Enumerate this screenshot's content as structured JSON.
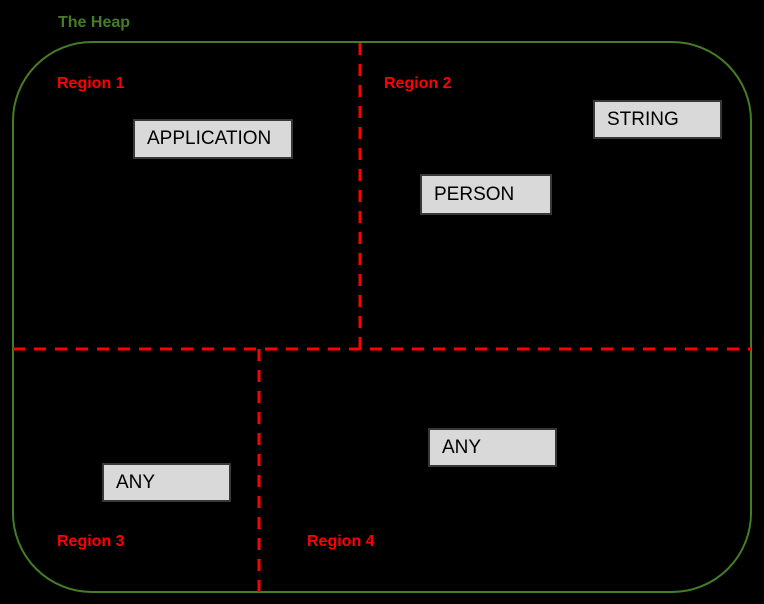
{
  "title": "The Heap",
  "colors": {
    "background": "#000000",
    "heap_boundary_green": "#457d26",
    "region_divider_red": "#ff0000",
    "region_label_red": "#ff0000",
    "box_fill": "#d9d9d9",
    "box_border": "#383838",
    "box_text": "#000000"
  },
  "regions": [
    {
      "label": "Region 1"
    },
    {
      "label": "Region 2"
    },
    {
      "label": "Region 3"
    },
    {
      "label": "Region 4"
    }
  ],
  "boxes": [
    {
      "label": "APPLICATION",
      "region": "Region 1"
    },
    {
      "label": "STRING",
      "region": "Region 2"
    },
    {
      "label": "PERSON",
      "region": "Region 2"
    },
    {
      "label": "ANY",
      "region": "Region 3"
    },
    {
      "label": "ANY",
      "region": "Region 4"
    }
  ]
}
